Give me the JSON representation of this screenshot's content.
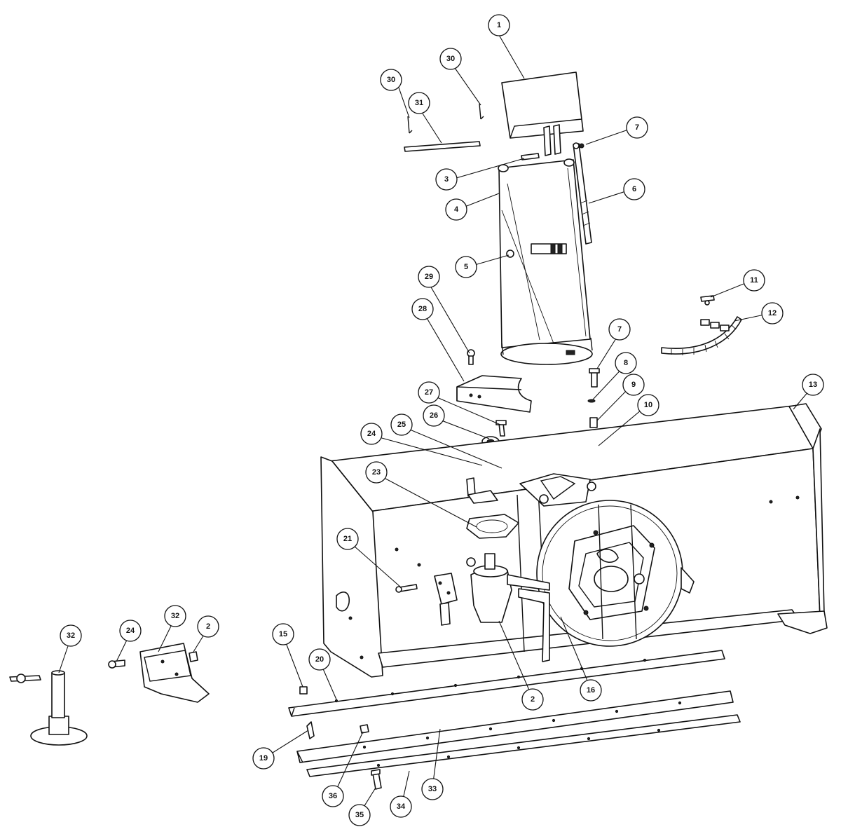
{
  "colors": {
    "ink": "#111111",
    "paper": "#ffffff"
  },
  "callouts": [
    "1",
    "30",
    "30",
    "31",
    "7",
    "3",
    "6",
    "4",
    "5",
    "29",
    "28",
    "11",
    "12",
    "7",
    "8",
    "9",
    "10",
    "27",
    "26",
    "25",
    "24",
    "23",
    "13",
    "21",
    "32",
    "24",
    "32",
    "2",
    "15",
    "20",
    "2",
    "16",
    "19",
    "36",
    "35",
    "34",
    "33"
  ]
}
